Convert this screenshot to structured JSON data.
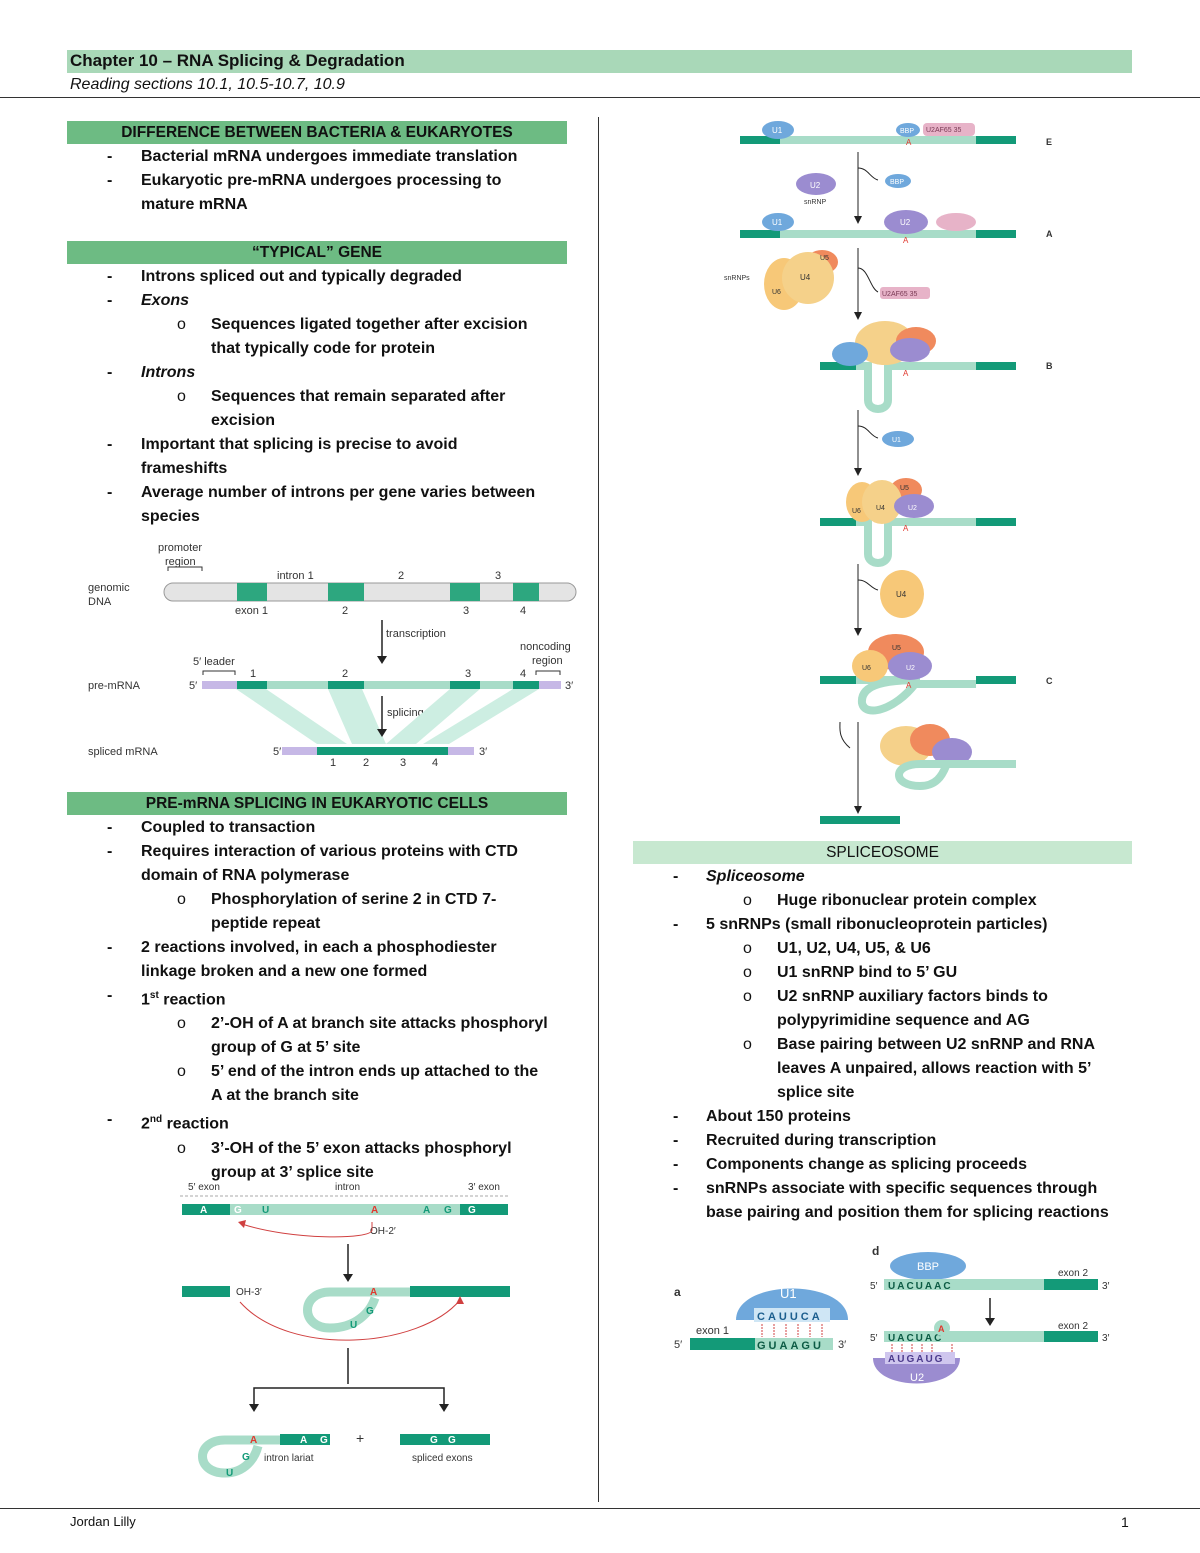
{
  "header": {
    "title": "Chapter 10 – RNA Splicing & Degradation",
    "subtitle": "Reading sections 10.1, 10.5-10.7, 10.9"
  },
  "sections": {
    "difference": {
      "heading": "DIFFERENCE BETWEEN BACTERIA & EUKARYOTES",
      "items": [
        "Bacterial mRNA undergoes immediate translation",
        "Eukaryotic pre-mRNA undergoes processing to",
        "mature mRNA"
      ]
    },
    "typical_gene": {
      "heading": "“TYPICAL” GENE",
      "lines": [
        "Introns spliced out and typically degraded",
        "Exons",
        "Sequences ligated together after excision",
        "that typically code for protein",
        "Introns",
        "Sequences that remain separated after",
        "excision",
        "Important that splicing is precise to avoid",
        "frameshifts",
        "Average number of introns per gene varies between",
        "species"
      ]
    },
    "pre_mrna": {
      "heading": "PRE-mRNA SPLICING IN EUKARYOTIC CELLS",
      "lines": [
        "Coupled to transaction",
        "Requires interaction of various proteins with CTD",
        "domain of RNA polymerase",
        "Phosphorylation of serine 2 in CTD 7-",
        "peptide repeat",
        "2 reactions involved, in each a phosphodiester",
        "linkage broken and a new one formed",
        "1",
        "st",
        " reaction",
        "2’-OH of A at branch site attacks phosphoryl",
        "group of G at 5’ site",
        "5’ end of the intron ends up attached to the",
        "A at the branch site",
        "2",
        "nd",
        " reaction",
        "3’-OH of the 5’ exon attacks phosphoryl",
        "group at 3’ splice site"
      ]
    },
    "spliceosome": {
      "heading": "SPLICEOSOME",
      "lines": [
        "Spliceosome",
        "Huge ribonuclear protein complex",
        "5 snRNPs (small ribonucleoprotein particles)",
        "U1, U2, U4, U5, & U6",
        "U1 snRNP bind to 5’ GU",
        "U2 snRNP auxiliary factors binds to",
        "polypyrimidine sequence and AG",
        "Base pairing between U2 snRNP and RNA",
        "leaves A unpaired, allows reaction with 5’",
        "splice site",
        "About 150 proteins",
        "Recruited during transcription",
        "Components change as splicing proceeds",
        "snRNPs associate with specific sequences through",
        "base pairing and position them for splicing reactions"
      ]
    }
  },
  "gene_figure": {
    "promoter": "promoter",
    "region": "region",
    "genomic": "genomic",
    "dna": "DNA",
    "intron1": "intron 1",
    "i2": "2",
    "i3": "3",
    "exon1": "exon 1",
    "e2": "2",
    "e3": "3",
    "e4": "4",
    "transcription": "transcription",
    "noncoding": "noncoding",
    "ncregion": "region",
    "leader": "5′ leader",
    "premrna": "pre-mRNA",
    "five": "5′",
    "three": "3′",
    "n1": "1",
    "n2": "2",
    "n3": "3",
    "n4": "4",
    "splicing": "splicing",
    "spliced": "spliced mRNA"
  },
  "reaction_figure": {
    "exon5": "5′ exon",
    "intron": "intron",
    "exon3": "3′ exon",
    "oh2": "OH-2′",
    "oh3": "OH-3′",
    "lariat": "intron lariat",
    "spliced_exons": "spliced exons",
    "A": "A",
    "G": "G",
    "U": "U",
    "plus": "+"
  },
  "cycle_figure": {
    "U1": "U1",
    "U2": "U2",
    "U4": "U4",
    "U5": "U5",
    "U6": "U6",
    "BBP": "BBP",
    "U2AF": "U2AF65 35",
    "snrnp": "snRNP",
    "snrnps": "snRNPs",
    "E": "E",
    "Astage": "A",
    "B": "B",
    "C": "C",
    "red_A": "A"
  },
  "pairing_figure": {
    "a": "a",
    "d": "d",
    "U1": "U1",
    "U2": "U2",
    "BBP": "BBP",
    "cauuca": "CAUUCA",
    "guaagu": "GUAAGU",
    "exon1": "exon 1",
    "exon2": "exon 2",
    "uacuaac": "UACUAAC",
    "uacuac": "UACUAC",
    "augaug": "AUGAUG",
    "A": "A"
  },
  "footer": {
    "author": "Jordan Lilly",
    "page": "1"
  },
  "colors": {
    "header_bar": "#a9d8b8",
    "section_bar": "#6dbb83",
    "exon": "#139a78",
    "intron": "#a8dcc8",
    "red": "#e0392f"
  }
}
